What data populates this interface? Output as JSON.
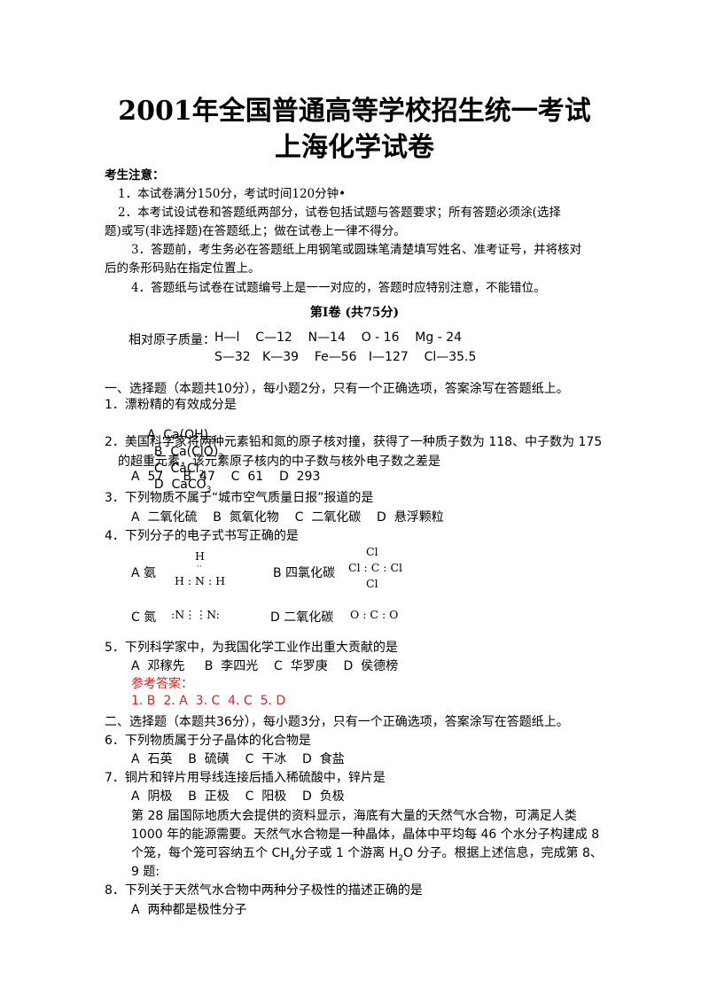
{
  "title": {
    "line1": "2001年全国普通高等学校招生统一考试",
    "line2": "上海化学试卷"
  },
  "notice": {
    "heading": "考生注意：",
    "item1": "1．本试卷满分150分，考试时间120分钟•",
    "item2a": "2．本考试设试卷和答题纸两部分，试卷包括试题与答题要求；所有答题必须涂(选择",
    "item2b": "题)或写(非选择题)在答题纸上；做在试卷上一律不得分。",
    "item3a": "3．答题前，考生务必在答题纸上用钢笔或圆珠笔清楚填写姓名、准考证号，并将核对",
    "item3b": "后的条形码贴在指定位置上。",
    "item4": "4．答题纸与试卷在试题编号上是一一对应的，答题时应特别注意，不能错位。"
  },
  "volume": {
    "heading": "第Ⅰ卷 (共75分)",
    "atomic_label": "相对原子质量：",
    "atomic_line1": "H—l    C—12    N—14    O - 16    Mg - 24",
    "atomic_line2": "S—32   K—39    Fe—56   I—127    Cl—35.5"
  },
  "section1": {
    "heading": "一、选择题（本题共10分），每小题2分，只有一个正确选项，答案涂写在答题纸上。",
    "q1": {
      "stem": "1．漂粉精的有效成分是",
      "a": "A  Ca(OH)",
      "a_sub": "2",
      "b": "B  Ca(ClO)",
      "b_sub": "2",
      "c": "C  CaCl",
      "c_sub": "2",
      "d": "D  CaCO",
      "d_sub": "3"
    },
    "q2": {
      "stem_a": "2．美国科学家将两种元素铅和氮的原子核对撞，获得了一种质子数为 118、中子数为 175",
      "stem_b": "的超重元素，该元素原子核内的中子数与核外电子数之差是",
      "options": "A  57     B  47    C  61    D  293"
    },
    "q3": {
      "stem": "3．下列物质不属于“城市空气质量日报”报道的是",
      "options": "A  二氧化硫    B  氮氧化物    C  二氧化碳    D  悬浮颗粒"
    },
    "q4": {
      "stem": "4．下列分子的电子式书写正确的是",
      "a_label": "A  氨",
      "b_label": "B  四氯化碳",
      "c_label": "C  氮",
      "d_label": "D  二氧化碳",
      "nh3_top": "H",
      "nh3_mid": "H : N : H",
      "ccl4_top": "Cl",
      "ccl4_mid": "Cl : C : Cl",
      "ccl4_bot": "Cl",
      "n2": ":N⋮⋮N:",
      "co2": "O : C : O"
    },
    "q5": {
      "stem": "5．下列科学家中，为我国化学工业作出重大贡献的是",
      "options": "A  邓稼先     B  李四光    C  华罗庚    D  侯德榜"
    },
    "answer_label": "参考答案：",
    "answers": "1. B  2. A  3. C  4. C  5. D"
  },
  "section2": {
    "heading": "二、选择题（本题共36分），每小题3分，只有一个正确选项，答案涂写在答题纸上。",
    "q6": {
      "stem": "6．下列物质属于分子晶体的化合物是",
      "options": "A  石英    B  硫磺    C  干冰    D  食盐"
    },
    "q7": {
      "stem": "7．铜片和锌片用导线连接后插入稀硫酸中，锌片是",
      "options": "A  阴极    B  正极    C  阳极    D  负极"
    },
    "passage": {
      "l1": "第 28 届国际地质大会提供的资料显示，海底有大量的天然气水合物，可满足人类",
      "l2": "1000 年的能源需要。天然气水合物是一种晶体，晶体中平均每 46 个水分子构建成 8",
      "l3a": "个笼，每个笼可容纳五个 CH",
      "l3_sub1": "4",
      "l3b": "分子或 1 个游离 H",
      "l3_sub2": "2",
      "l3c": "O 分子。根据上述信息，完成第 8、",
      "l4": "9 题:"
    },
    "q8": {
      "stem": "8．下列关于天然气水合物中两种分子极性的描述正确的是",
      "a": "A  两种都是极性分子"
    }
  }
}
